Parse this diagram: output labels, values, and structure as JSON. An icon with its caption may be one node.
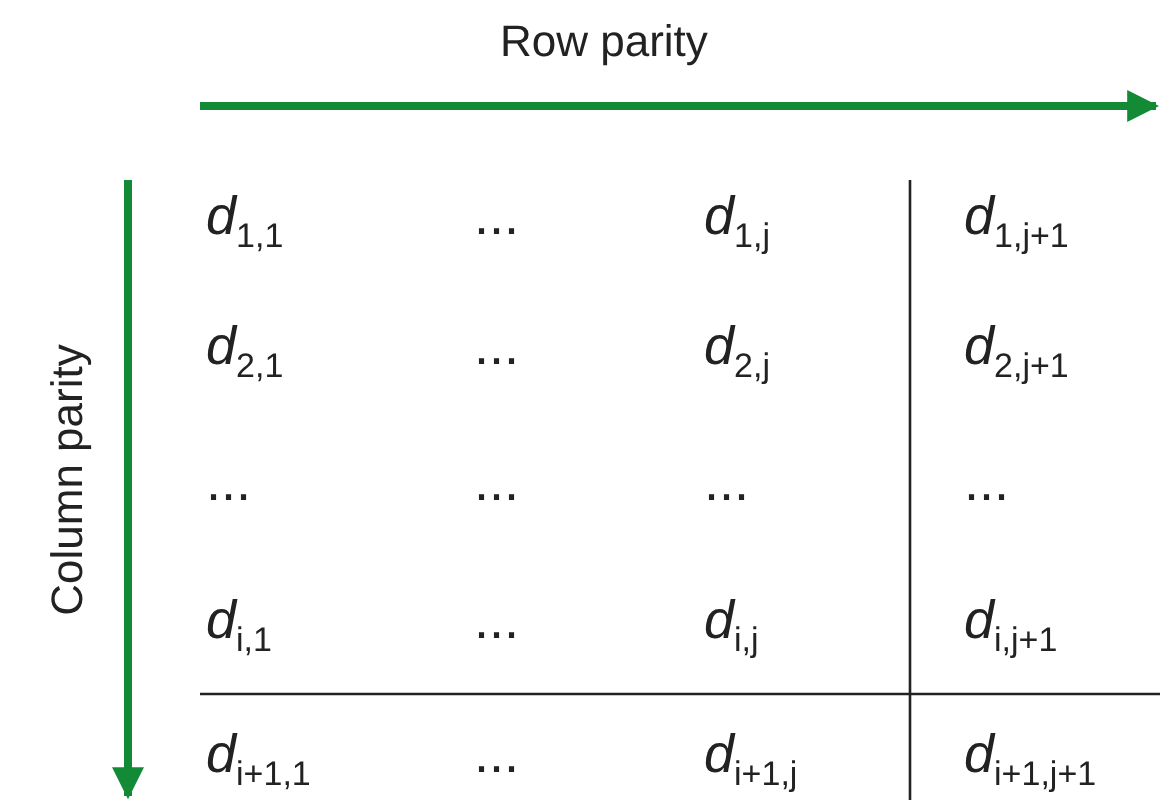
{
  "diagram": {
    "labels": [
      "Row parity",
      "Column parity",
      "*d*$_{1,1}$",
      "...",
      "*d*$_{1,j}$",
      "*d*$_{1,j+1}$",
      "*d*$_{2,1}$",
      "...",
      "*d*$_{2,j}$",
      "*d*$_{2,j+1}$",
      "...",
      "...",
      "...",
      "...",
      "*d*$_{i,1}$",
      "...",
      "*d*$_{i,j}$",
      "*d*$_{i,j+1}$",
      "*d*$_{i+1,1}$",
      "...",
      "*d*$_{i+1,j}$",
      "*d*$_{i+1,j+1}$"
    ]
  }
}
